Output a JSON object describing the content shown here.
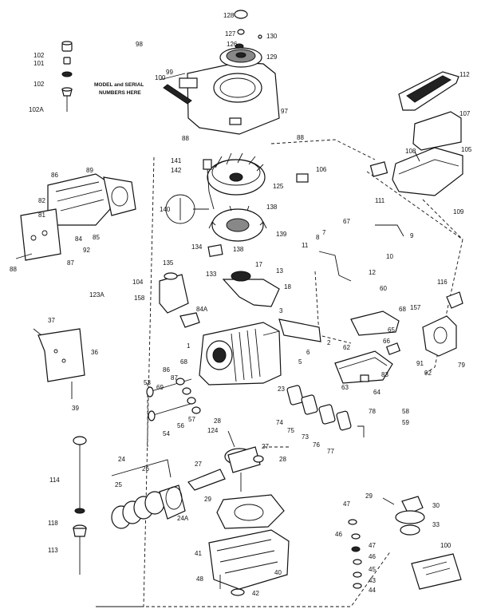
{
  "note": {
    "line1": "MODEL and SERIAL",
    "line2": "NUMBERS HERE"
  },
  "labels": {
    "l128": "128",
    "l127": "127",
    "l126": "126",
    "l130": "130",
    "l129": "129",
    "l98": "98",
    "l99": "99",
    "l100": "100",
    "l102": "102",
    "l101": "101",
    "l102b": "102",
    "l102A": "102A",
    "l97": "97",
    "l88": "88",
    "l88b": "88",
    "l112": "112",
    "l107": "107",
    "l108": "108",
    "l105": "105",
    "l109": "109",
    "l111": "111",
    "l106": "106",
    "l141": "141",
    "l142": "142",
    "l125": "125",
    "l140": "140",
    "l138": "138",
    "l139": "139",
    "l89": "89",
    "l86": "86",
    "l82": "82",
    "l81": "81",
    "l84": "84",
    "l85": "85",
    "l92": "92",
    "l87": "87",
    "l88c": "88",
    "l134": "134",
    "l138b": "138",
    "l135": "135",
    "l133": "133",
    "l104": "104",
    "l17": "17",
    "l13": "13",
    "l18": "18",
    "l158": "158",
    "l84a": "84A",
    "l123a": "123A",
    "l67": "67",
    "l8": "8",
    "l7": "7",
    "l9": "9",
    "l11": "11",
    "l10": "10",
    "l12": "12",
    "l60": "60",
    "l116": "116",
    "l68": "68",
    "l157": "157",
    "l65": "65",
    "l66": "66",
    "l79": "79",
    "l91": "91",
    "l92b": "92",
    "l83": "83",
    "l63": "63",
    "l62": "62",
    "l64": "64",
    "l3": "3",
    "l2": "2",
    "l1": "1",
    "l6": "6",
    "l5": "5",
    "l23": "23",
    "l37": "37",
    "l36": "36",
    "l39": "39",
    "l68b": "68",
    "l86b": "86",
    "l87b": "87",
    "l69": "69",
    "l53": "53",
    "l57": "57",
    "l56": "56",
    "l54": "54",
    "l74": "74",
    "l73": "73",
    "l75": "75",
    "l76": "76",
    "l78": "78",
    "l77": "77",
    "l58": "58",
    "l59": "59",
    "l124": "124",
    "l28": "28",
    "l114": "114",
    "l24": "24",
    "l26": "26",
    "l27": "27",
    "l25": "25",
    "l24A": "24A",
    "l27b": "27",
    "l28b": "28",
    "l118": "118",
    "l113": "113",
    "l29": "29",
    "l41": "41",
    "l40": "40",
    "l48": "48",
    "l42": "42",
    "l47": "47",
    "l46": "46",
    "l47b": "47",
    "l46b": "46",
    "l45": "45",
    "l43": "43",
    "l44": "44",
    "l29b": "29",
    "l30": "30",
    "l33": "33",
    "l100b": "100"
  }
}
